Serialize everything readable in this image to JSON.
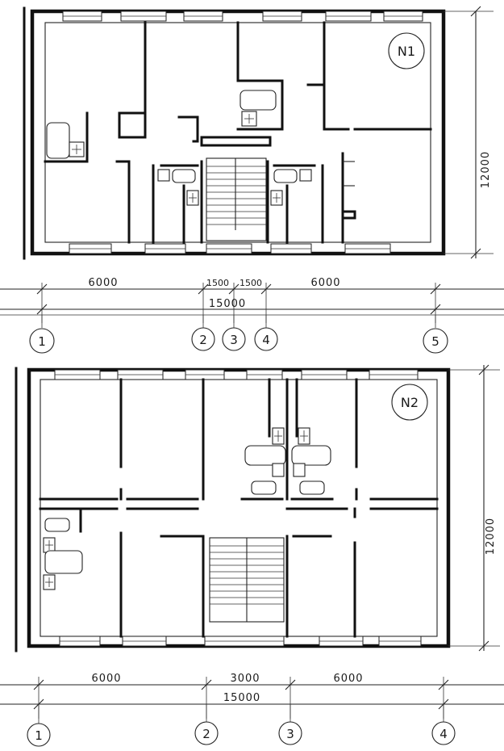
{
  "plan1": {
    "badge": "N1",
    "dims": {
      "left": "6000",
      "mid_a": "1500",
      "mid_b": "1500",
      "right": "6000",
      "total": "15000",
      "height": "12000"
    },
    "axes": [
      "1",
      "2",
      "3",
      "4",
      "5"
    ]
  },
  "plan2": {
    "badge": "N2",
    "dims": {
      "left": "6000",
      "mid": "3000",
      "right": "6000",
      "total": "15000",
      "height": "12000"
    },
    "axes": [
      "1",
      "2",
      "3",
      "4"
    ]
  }
}
